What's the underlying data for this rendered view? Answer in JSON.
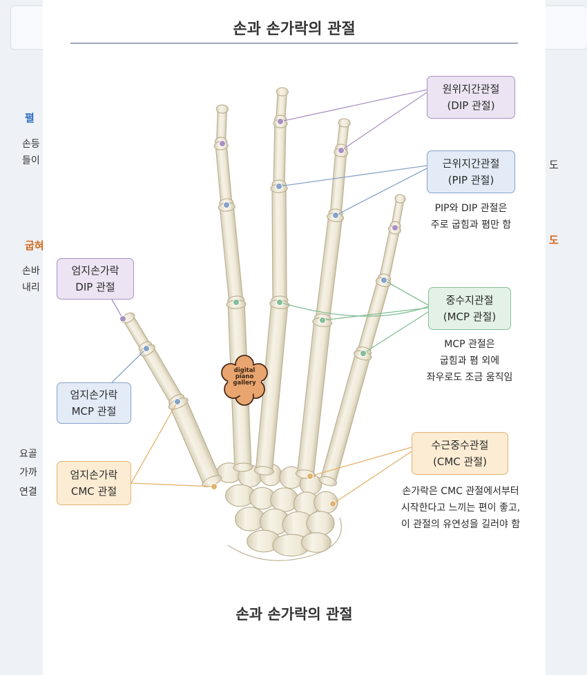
{
  "background": {
    "left_heading_1": "펼",
    "left_lines_1": [
      "손등",
      "들이"
    ],
    "left_heading_2": "굽혀",
    "left_lines_2": [
      "손바",
      "내리"
    ],
    "left_lines_3": [
      "요골",
      "가까",
      "연결"
    ],
    "right_fragment_1": "도",
    "right_fragment_2": "도"
  },
  "diagram": {
    "title": "손과 손가락의 관절",
    "caption": "손과 손가락의 관절",
    "labels": {
      "dip": [
        "원위지간관절",
        "(DIP 관절)"
      ],
      "pip": [
        "근위지간관절",
        "(PIP 관절)"
      ],
      "mcp": [
        "중수지관절",
        "(MCP 관절)"
      ],
      "cmc": [
        "수근중수관절",
        "(CMC 관절)"
      ],
      "thumb_dip": [
        "엄지손가락",
        "DIP 관절"
      ],
      "thumb_mcp": [
        "엄지손가락",
        "MCP 관절"
      ],
      "thumb_cmc": [
        "엄지손가락",
        "CMC 관절"
      ]
    },
    "notes": {
      "pip_dip": [
        "PIP와 DIP 관절은",
        "주로 굽힘과 폄만 함"
      ],
      "mcp": [
        "MCP 관절은",
        "굽힘과 폄 외에",
        "좌우로도 조금 움직임"
      ],
      "cmc": [
        "손가락은 CMC 관절에서부터",
        "시작한다고 느끼는 편이 좋고,",
        "이 관절의 유연성을 길러야 함"
      ]
    },
    "logo": [
      "digital",
      "piano",
      "gallery"
    ],
    "colors": {
      "dip": "#a890c2",
      "pip": "#86a2c8",
      "mcp": "#84be96",
      "cmc": "#e2b26e",
      "bone": "#efe9d8"
    }
  }
}
